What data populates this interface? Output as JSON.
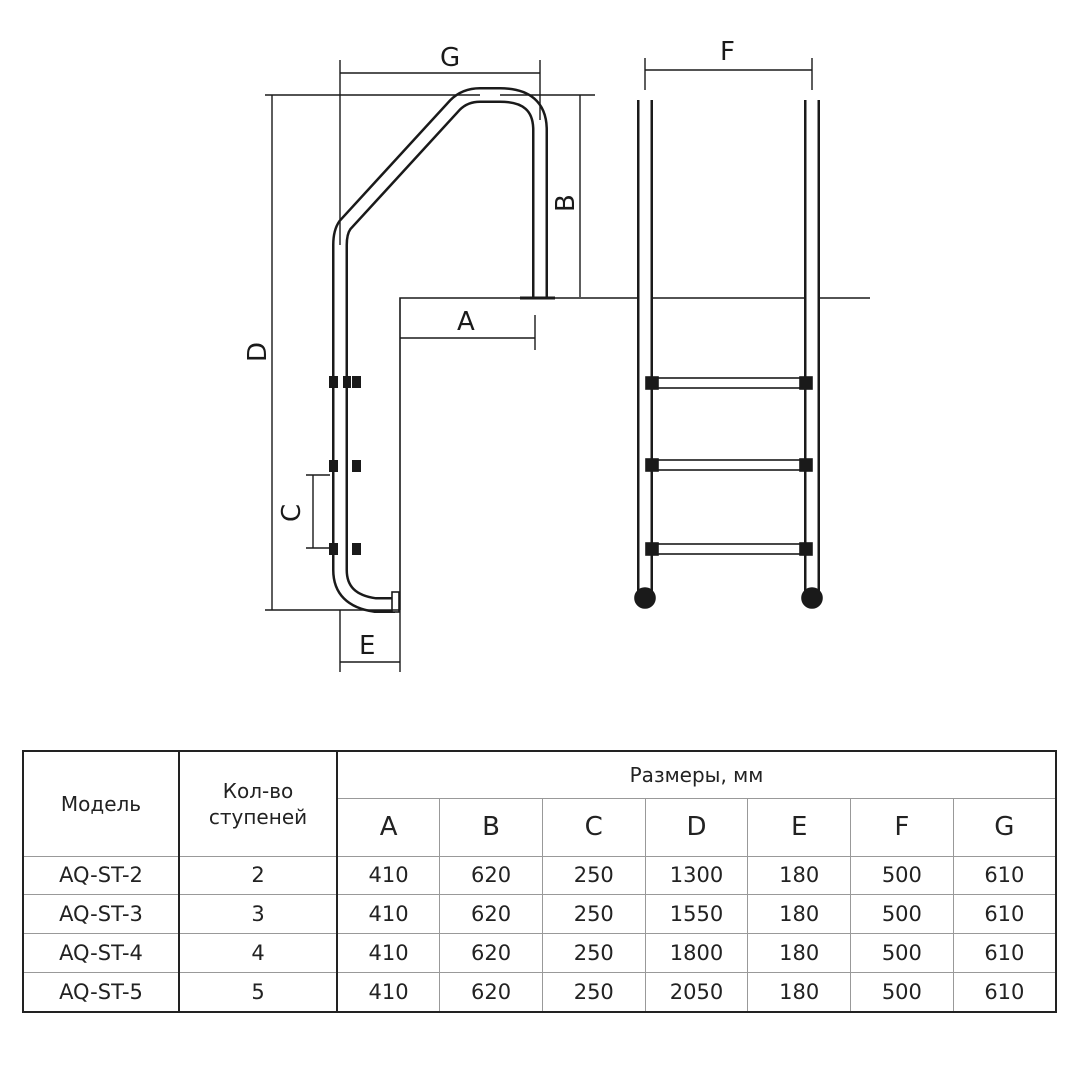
{
  "diagram": {
    "labels": {
      "A": "A",
      "B": "B",
      "C": "C",
      "D": "D",
      "E": "E",
      "F": "F",
      "G": "G"
    }
  },
  "table": {
    "col_model": "Модель",
    "col_steps": "Кол-во ступеней",
    "col_dims": "Размеры, мм",
    "dim_headers": [
      "A",
      "B",
      "C",
      "D",
      "E",
      "F",
      "G"
    ],
    "rows": [
      {
        "model": "AQ-ST-2",
        "steps": "2",
        "dims": [
          "410",
          "620",
          "250",
          "1300",
          "180",
          "500",
          "610"
        ]
      },
      {
        "model": "AQ-ST-3",
        "steps": "3",
        "dims": [
          "410",
          "620",
          "250",
          "1550",
          "180",
          "500",
          "610"
        ]
      },
      {
        "model": "AQ-ST-4",
        "steps": "4",
        "dims": [
          "410",
          "620",
          "250",
          "1800",
          "180",
          "500",
          "610"
        ]
      },
      {
        "model": "AQ-ST-5",
        "steps": "5",
        "dims": [
          "410",
          "620",
          "250",
          "2050",
          "180",
          "500",
          "610"
        ]
      }
    ]
  }
}
